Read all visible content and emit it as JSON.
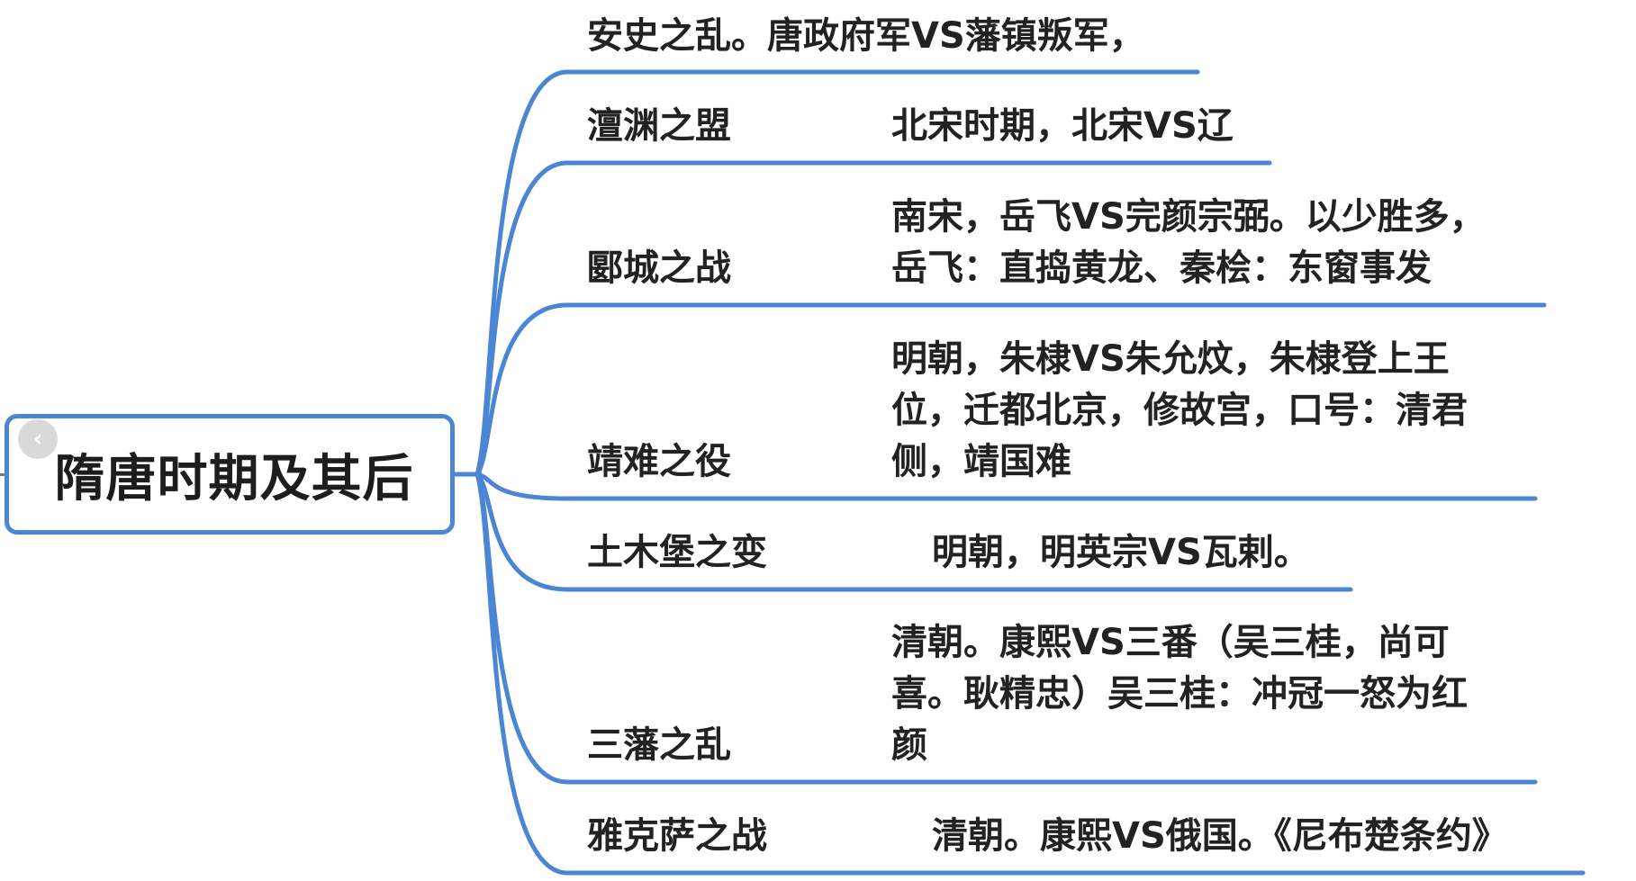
{
  "root": {
    "title": "隋唐时期及其后",
    "collapse_glyph": "‹"
  },
  "colors": {
    "branch": "#4a86d4",
    "text": "#222222"
  },
  "branches": [
    {
      "label": "安史之乱。唐政府军VS藩镇叛军，",
      "description": []
    },
    {
      "label": "澶渊之盟",
      "description": [
        "北宋时期，北宋VS辽"
      ]
    },
    {
      "label": "郾城之战",
      "description": [
        "南宋，岳飞VS完颜宗弼。以少胜多，",
        "岳飞：直捣黄龙、秦桧：东窗事发"
      ]
    },
    {
      "label": "靖难之役",
      "description": [
        "明朝，朱棣VS朱允炆，朱棣登上王",
        "位，迁都北京，修故宫，口号：清君",
        "侧，靖国难"
      ]
    },
    {
      "label": "土木堡之变",
      "description": [
        "明朝，明英宗VS瓦剌。"
      ]
    },
    {
      "label": "三藩之乱",
      "description": [
        "清朝。康熙VS三番（吴三桂，尚可",
        "喜。耿精忠）吴三桂：冲冠一怒为红",
        "颜"
      ]
    },
    {
      "label": "雅克萨之战",
      "description": [
        "清朝。康熙VS俄国。《尼布楚条约》"
      ]
    }
  ]
}
